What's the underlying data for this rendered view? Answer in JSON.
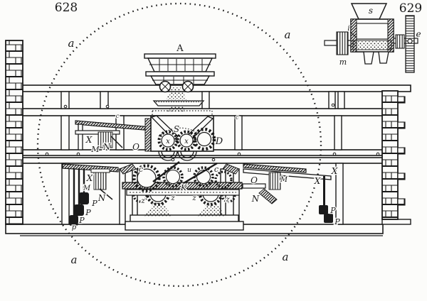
{
  "figure_numbers": {
    "main": "628",
    "inset": "629"
  },
  "labels": {
    "a": "a",
    "A": "A",
    "S": "S",
    "x": "x",
    "D": "D",
    "O": "O",
    "X": "X",
    "M": "M",
    "N": "N",
    "P": "P",
    "p": "p",
    "c": "c",
    "K": "K",
    "u": "u",
    "z": "z"
  },
  "inset_labels": {
    "s": "s",
    "i": "i",
    "m": "m",
    "e": "e"
  },
  "colors": {
    "ink": "#1a1a1a",
    "paper": "#fcfcfa"
  }
}
